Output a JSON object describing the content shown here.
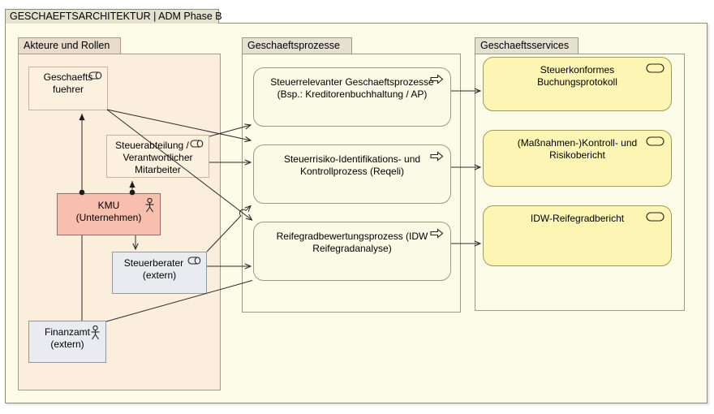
{
  "view": {
    "title": "GESCHAEFTSARCHITEKTUR | ADM Phase B"
  },
  "groups": {
    "akteure": {
      "label": "Akteure und Rollen"
    },
    "prozesse": {
      "label": "Geschaeftsprozesse"
    },
    "services": {
      "label": "Geschaeftsservices"
    }
  },
  "nodes": {
    "geschaeftsfuehrer": {
      "type": "business-role",
      "icon": "role-icon",
      "lines": [
        "Geschaefts",
        "fuehrer"
      ]
    },
    "steuerabteilung": {
      "type": "business-role",
      "icon": "role-icon",
      "lines": [
        "Steuerabteilung /",
        "Verantwortlicher",
        "Mitarbeiter"
      ]
    },
    "kmu": {
      "type": "business-actor",
      "icon": "actor-icon",
      "lines": [
        "KMU",
        "(Unternehmen)"
      ]
    },
    "steuerberater": {
      "type": "business-role",
      "icon": "role-icon",
      "lines": [
        "Steuerberater",
        "(extern)"
      ]
    },
    "finanzamt": {
      "type": "business-actor",
      "icon": "actor-icon",
      "lines": [
        "Finanzamt",
        "(extern)"
      ]
    },
    "prozess1": {
      "type": "business-process",
      "icon": "process-icon",
      "lines": [
        "Steuerrelevanter Geschaeftsprozesse",
        "(Bsp.: Kreditorenbuchhaltung / AP)"
      ]
    },
    "prozess2": {
      "type": "business-process",
      "icon": "process-icon",
      "lines": [
        "Steuerrisiko-Identifikations- und",
        "Kontrollprozess (Reqeli)"
      ]
    },
    "prozess3": {
      "type": "business-process",
      "icon": "process-icon",
      "lines": [
        "Reifegradbewertungsprozess (IDW",
        "Reifegradanalyse)"
      ]
    },
    "service1": {
      "type": "business-service",
      "icon": "service-icon",
      "lines": [
        "Steuerkonformes",
        "Buchungsprotokoll"
      ]
    },
    "service2": {
      "type": "business-service",
      "icon": "service-icon",
      "lines": [
        "(Maßnahmen-)Kontroll- und",
        "Risikobericht"
      ]
    },
    "service3": {
      "type": "business-service",
      "icon": "service-icon",
      "lines": [
        "IDW-Reifegradbericht"
      ]
    }
  },
  "colors": {
    "canvas_bg": "#ffffff",
    "view_fill": "#fdfce9",
    "tab_fill": "#e5e1d1",
    "akteure_tab_fill": "#e9dccc",
    "akteure_group_fill": "#fbeedc",
    "role_node_fill": "#fcf0df",
    "kmu_node_fill": "#f8bfae",
    "extern_node_fill": "#e9ebf0",
    "process_node_fill": "#fbfae6",
    "service_node_fill": "#fcf5b3",
    "connector": "#2b2b2b"
  }
}
